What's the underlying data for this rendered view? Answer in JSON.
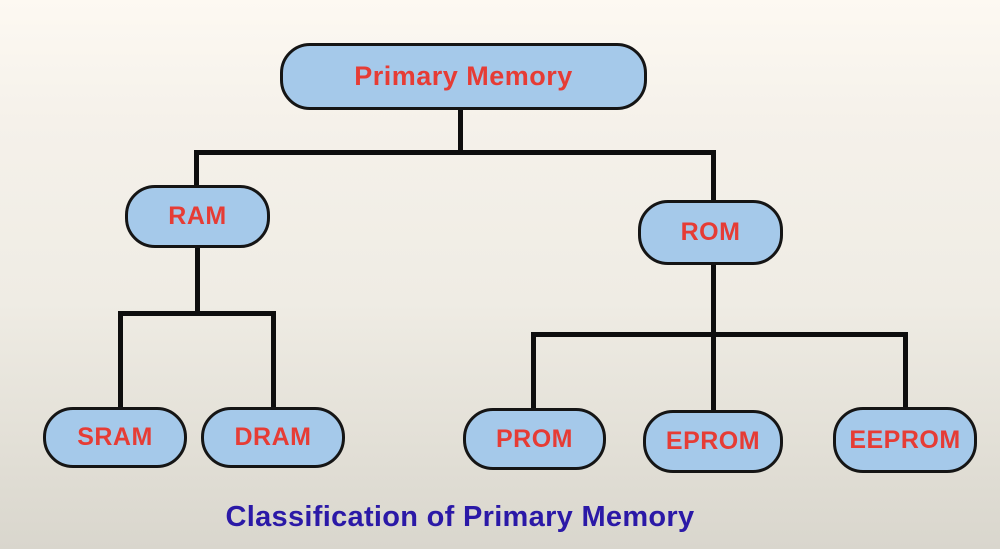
{
  "diagram": {
    "title": "Classification of Primary Memory",
    "nodes": [
      {
        "id": "primary-memory",
        "label": "Primary Memory",
        "level": 0
      },
      {
        "id": "ram",
        "label": "RAM",
        "level": 1,
        "parent": "primary-memory"
      },
      {
        "id": "rom",
        "label": "ROM",
        "level": 1,
        "parent": "primary-memory"
      },
      {
        "id": "sram",
        "label": "SRAM",
        "level": 2,
        "parent": "ram"
      },
      {
        "id": "dram",
        "label": "DRAM",
        "level": 2,
        "parent": "ram"
      },
      {
        "id": "prom",
        "label": "PROM",
        "level": 2,
        "parent": "rom"
      },
      {
        "id": "eprom",
        "label": "EPROM",
        "level": 2,
        "parent": "rom"
      },
      {
        "id": "eeprom",
        "label": "EEPROM",
        "level": 2,
        "parent": "rom"
      }
    ],
    "edges": [
      {
        "from": "primary-memory",
        "to": "ram"
      },
      {
        "from": "primary-memory",
        "to": "rom"
      },
      {
        "from": "ram",
        "to": "sram"
      },
      {
        "from": "ram",
        "to": "dram"
      },
      {
        "from": "rom",
        "to": "prom"
      },
      {
        "from": "rom",
        "to": "eprom"
      },
      {
        "from": "rom",
        "to": "eeprom"
      }
    ],
    "colors": {
      "node_fill": "#a5c9ea",
      "node_border": "#151515",
      "node_text": "#e63c35",
      "line": "#0e0e0e",
      "title_text": "#2b19a7",
      "bg_top": "#fdf9f2",
      "bg_bottom": "#d9d6cd"
    }
  }
}
